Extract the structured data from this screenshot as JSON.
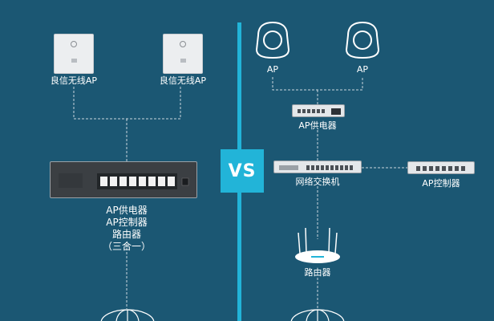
{
  "divider_label": "VS",
  "left": {
    "ap_label_1": "良信无线AP",
    "ap_label_2": "良信无线AP",
    "device_label": [
      "AP供电器",
      "AP控制器",
      "路由器",
      "（三合一）"
    ]
  },
  "right": {
    "ap_label_1": "AP",
    "ap_label_2": "AP",
    "poe_label": "AP供电器",
    "switch_label": "网络交换机",
    "controller_label": "AP控制器",
    "router_label": "路由器"
  },
  "colors": {
    "background": "#1b5773",
    "accent": "#22b4d8",
    "line": "#c9d6dd"
  }
}
